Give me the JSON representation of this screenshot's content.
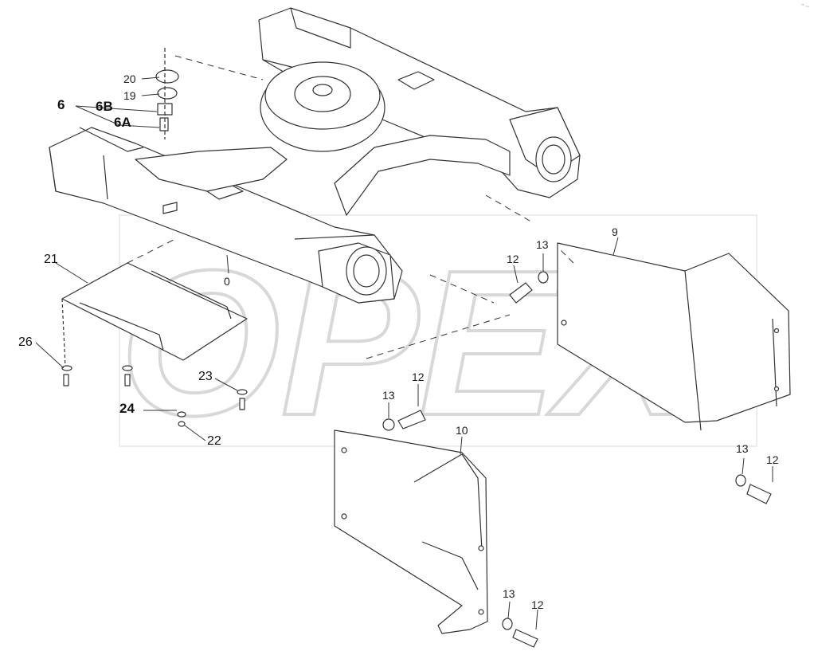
{
  "diagram": {
    "watermark": "OPEX",
    "corner_mark": "\" ~",
    "callouts": [
      {
        "id": "c0",
        "text": "0"
      },
      {
        "id": "c6",
        "text": "6"
      },
      {
        "id": "c6B",
        "text": "6B"
      },
      {
        "id": "c6A",
        "text": "6A"
      },
      {
        "id": "c9",
        "text": "9"
      },
      {
        "id": "c10",
        "text": "10"
      },
      {
        "id": "c12a",
        "text": "12"
      },
      {
        "id": "c12b",
        "text": "12"
      },
      {
        "id": "c12c",
        "text": "12"
      },
      {
        "id": "c12d",
        "text": "12"
      },
      {
        "id": "c13a",
        "text": "13"
      },
      {
        "id": "c13b",
        "text": "13"
      },
      {
        "id": "c13c",
        "text": "13"
      },
      {
        "id": "c13d",
        "text": "13"
      },
      {
        "id": "c19",
        "text": "19"
      },
      {
        "id": "c20",
        "text": "20"
      },
      {
        "id": "c21",
        "text": "21"
      },
      {
        "id": "c22",
        "text": "22"
      },
      {
        "id": "c23",
        "text": "23"
      },
      {
        "id": "c24",
        "text": "24"
      },
      {
        "id": "c26",
        "text": "26"
      }
    ]
  }
}
